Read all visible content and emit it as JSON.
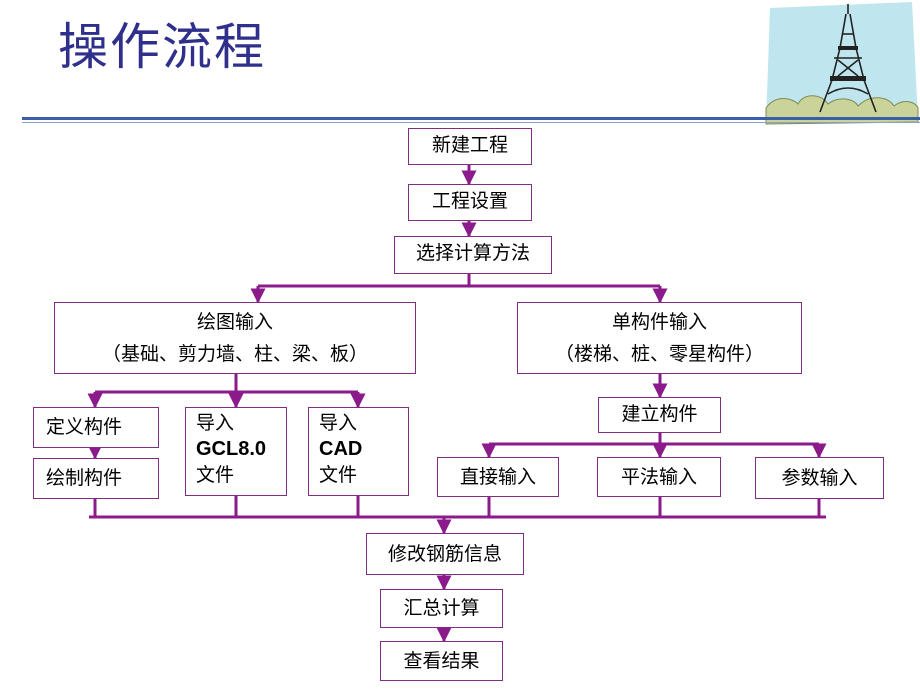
{
  "title": "操作流程",
  "colors": {
    "connector": "#8b1a8b",
    "title": "#2f2f8c",
    "rule": "#3a5fa8"
  },
  "icons": {
    "corner_picture": "eiffel-tower-icon"
  },
  "nodes": {
    "new_project": "新建工程",
    "project_settings": "工程设置",
    "choose_method": "选择计算方法",
    "drawing_input": {
      "line1": "绘图输入",
      "line2": "（基础、剪力墙、柱、梁、板）"
    },
    "single_input": {
      "line1": "单构件输入",
      "line2": "（楼梯、桩、零星构件）"
    },
    "define_component": "定义构件",
    "draw_component": "绘制构件",
    "import_gcl": {
      "line1": "导入",
      "line2": "GCL8.0",
      "line3": "文件"
    },
    "import_cad": {
      "line1": "导入",
      "line2": "CAD",
      "line3": "文件"
    },
    "build_component": "建立构件",
    "direct_input": "直接输入",
    "flat_method_input": "平法输入",
    "parameter_input": "参数输入",
    "modify_rebar": "修改钢筋信息",
    "summary_calc": "汇总计算",
    "view_result": "查看结果"
  }
}
